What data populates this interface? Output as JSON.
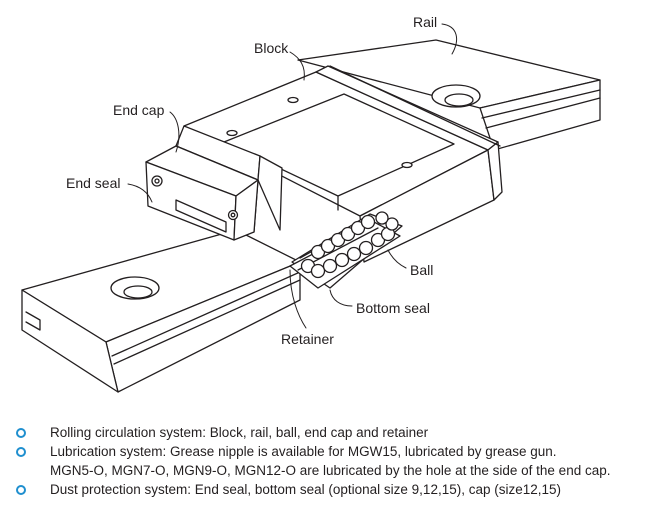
{
  "colors": {
    "bullet": "#1f8fcf",
    "line": "#231f20",
    "fill": "#ffffff"
  },
  "labels": {
    "rail": "Rail",
    "block": "Block",
    "end_cap": "End cap",
    "end_seal": "End seal",
    "ball": "Ball",
    "bottom_seal": "Bottom seal",
    "retainer": "Retainer"
  },
  "bullets": [
    {
      "text": "Rolling circulation system: Block, rail, ball, end cap and retainer",
      "cont": ""
    },
    {
      "text": "Lubrication system: Grease nipple is available for MGW15, lubricated by grease gun.",
      "cont": "MGN5-O, MGN7-O, MGN9-O, MGN12-O are lubricated by the hole at the side of the end cap."
    },
    {
      "text": "Dust protection system: End seal, bottom seal (optional size 9,12,15), cap (size12,15)",
      "cont": ""
    }
  ]
}
